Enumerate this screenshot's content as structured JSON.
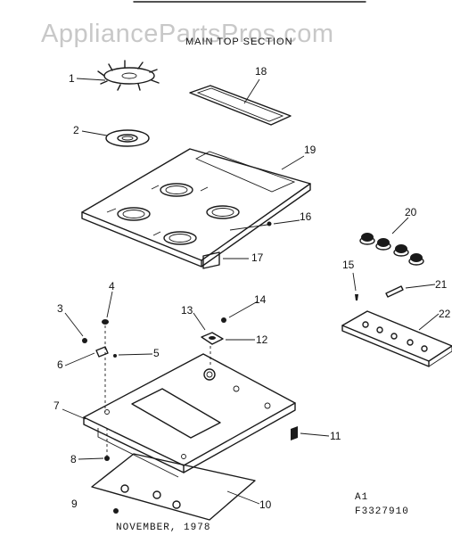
{
  "watermark": "AppliancePartsPros.com",
  "section_title": "MAIN TOP SECTION",
  "footer": {
    "date": "NOVEMBER, 1978",
    "code_line1": "A1",
    "code_line2": "F3327910"
  },
  "callouts": [
    "1",
    "2",
    "3",
    "4",
    "5",
    "6",
    "7",
    "8",
    "9",
    "10",
    "11",
    "12",
    "13",
    "14",
    "15",
    "16",
    "17",
    "18",
    "19",
    "20",
    "21",
    "22"
  ]
}
